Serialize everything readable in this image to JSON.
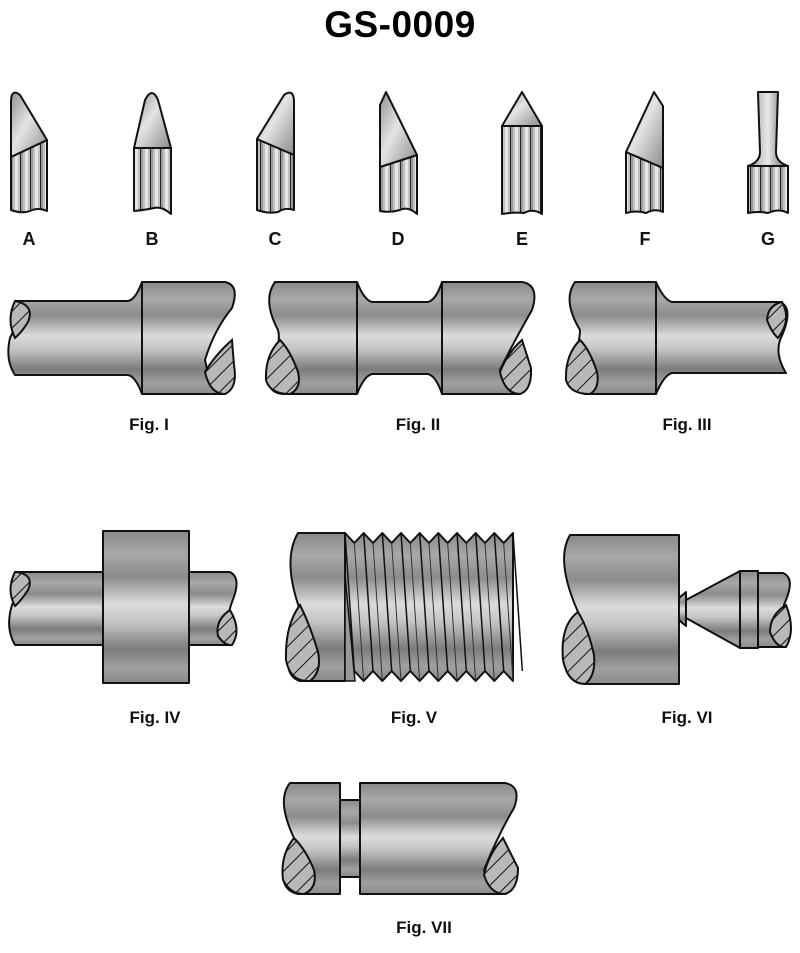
{
  "title": "GS-0009",
  "tools": [
    {
      "label": "A",
      "shape": "left-bevel-rounded"
    },
    {
      "label": "B",
      "shape": "round-nose"
    },
    {
      "label": "C",
      "shape": "right-bevel-rounded"
    },
    {
      "label": "D",
      "shape": "pointed-left-angle"
    },
    {
      "label": "E",
      "shape": "threading-point"
    },
    {
      "label": "F",
      "shape": "pointed-right-angle"
    },
    {
      "label": "G",
      "shape": "parting-cutoff"
    }
  ],
  "figures": [
    {
      "label": "Fig. I",
      "description": "step shoulder, small diameter left"
    },
    {
      "label": "Fig. II",
      "description": "undercut groove between two large sections"
    },
    {
      "label": "Fig. III",
      "description": "step shoulder, small diameter right"
    },
    {
      "label": "Fig. IV",
      "description": "collar on shaft"
    },
    {
      "label": "Fig. V",
      "description": "external thread"
    },
    {
      "label": "Fig. VI",
      "description": "parting off with cone"
    },
    {
      "label": "Fig. VII",
      "description": "square groove"
    }
  ],
  "colors": {
    "metal_dark": "#6e6e6e",
    "metal_light": "#e0e0e0",
    "outline": "#111111"
  }
}
